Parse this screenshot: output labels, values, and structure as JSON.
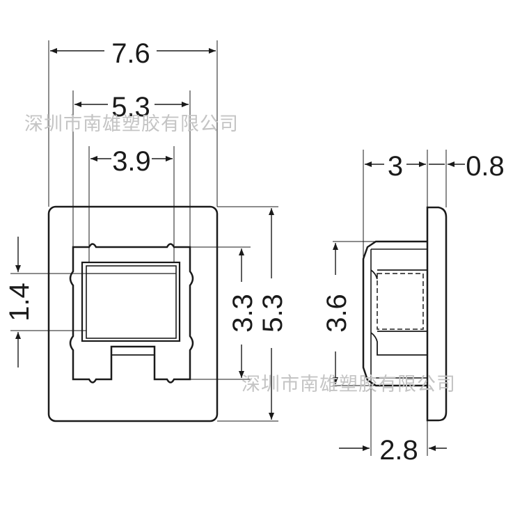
{
  "dimensions": {
    "outer_width": "7.6",
    "frame_width": "5.3",
    "slot_width": "3.9",
    "slot_height": "1.4",
    "frame_height": "3.3",
    "outer_height": "5.3",
    "flange_thickness": "0.8",
    "body_depth": "3",
    "side_height": "3.6",
    "leg_depth": "2.8"
  },
  "watermark": "深圳市南雄塑胶有限公司",
  "colors": {
    "line": "#1a1a1a",
    "watermark": "#c4c4c4"
  }
}
